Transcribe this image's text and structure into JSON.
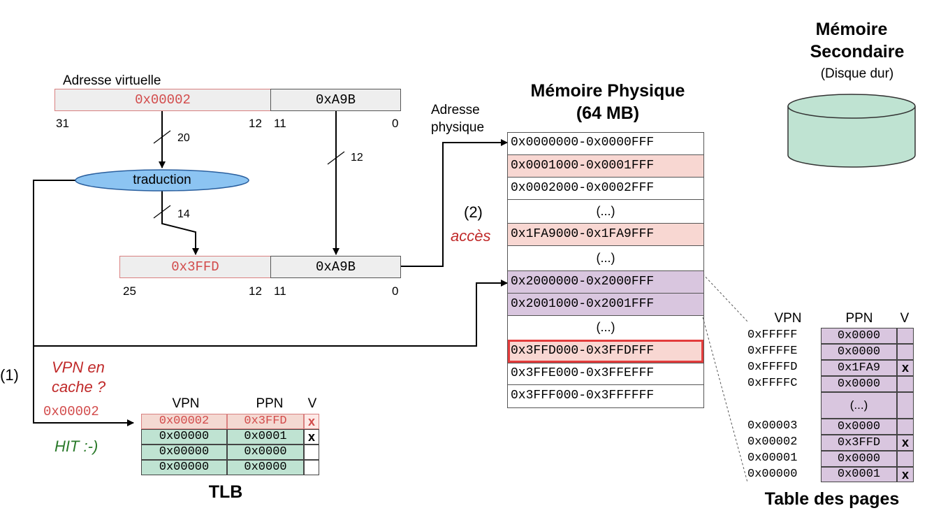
{
  "virtual_address": {
    "label": "Adresse virtuelle",
    "vpn": "0x00002",
    "offset": "0xA9B",
    "bits": {
      "high": "31",
      "mid_hi": "12",
      "mid_lo": "11",
      "low": "0"
    },
    "vpn_width": "20",
    "offset_width": "12"
  },
  "translation": {
    "label": "traduction",
    "ppn_width": "14"
  },
  "physical_address": {
    "ppn": "0x3FFD",
    "offset": "0xA9B",
    "bits": {
      "high": "25",
      "mid_hi": "12",
      "mid_lo": "11",
      "low": "0"
    },
    "label_line1": "Adresse",
    "label_line2": "physique"
  },
  "access": {
    "number": "(2)",
    "label": "accès"
  },
  "tlb_query": {
    "number": "(1)",
    "question_line1": "VPN en",
    "question_line2": "cache ?",
    "vpn": "0x00002",
    "result": "HIT :-)"
  },
  "tlb": {
    "title": "TLB",
    "headers": [
      "VPN",
      "PPN",
      "V"
    ],
    "rows": [
      {
        "vpn": "0x00002",
        "ppn": "0x3FFD",
        "v": "x",
        "hit": true
      },
      {
        "vpn": "0x00000",
        "ppn": "0x0001",
        "v": "x",
        "hit": false
      },
      {
        "vpn": "0x00000",
        "ppn": "0x0000",
        "v": "",
        "hit": false
      },
      {
        "vpn": "0x00000",
        "ppn": "0x0000",
        "v": "",
        "hit": false
      }
    ]
  },
  "physical_memory": {
    "title_line1": "Mémoire Physique",
    "title_line2": "(64 MB)",
    "rows": [
      {
        "text": "0x0000000-0x0000FFF",
        "style": "white"
      },
      {
        "text": "0x0001000-0x0001FFF",
        "style": "pink"
      },
      {
        "text": "0x0002000-0x0002FFF",
        "style": "white"
      },
      {
        "text": "(...)",
        "style": "ellipsis"
      },
      {
        "text": "0x1FA9000-0x1FA9FFF",
        "style": "pink"
      },
      {
        "text": "(...)",
        "style": "ellipsis"
      },
      {
        "text": "0x2000000-0x2000FFF",
        "style": "lav"
      },
      {
        "text": "0x2001000-0x2001FFF",
        "style": "lav"
      },
      {
        "text": "(...)",
        "style": "ellipsis"
      },
      {
        "text": "0x3FFD000-0x3FFDFFF",
        "style": "selected"
      },
      {
        "text": "0x3FFE000-0x3FFEFFF",
        "style": "white"
      },
      {
        "text": "0x3FFF000-0x3FFFFFF",
        "style": "white"
      }
    ]
  },
  "secondary_memory": {
    "title_line1": "Mémoire",
    "title_line2": "Secondaire",
    "subtitle": "(Disque dur)"
  },
  "page_table": {
    "title": "Table des pages",
    "headers": [
      "VPN",
      "PPN",
      "V"
    ],
    "rows": [
      {
        "vpn": "0xFFFFF",
        "ppn": "0x0000",
        "v": ""
      },
      {
        "vpn": "0xFFFFE",
        "ppn": "0x0000",
        "v": ""
      },
      {
        "vpn": "0xFFFFD",
        "ppn": "0x1FA9",
        "v": "x"
      },
      {
        "vpn": "0xFFFFC",
        "ppn": "0x0000",
        "v": ""
      },
      {
        "vpn": "",
        "ppn": "(...)",
        "v": ""
      },
      {
        "vpn": "0x00003",
        "ppn": "0x0000",
        "v": ""
      },
      {
        "vpn": "0x00002",
        "ppn": "0x3FFD",
        "v": "x"
      },
      {
        "vpn": "0x00001",
        "ppn": "0x0000",
        "v": ""
      },
      {
        "vpn": "0x00000",
        "ppn": "0x0001",
        "v": "x"
      }
    ]
  },
  "colors": {
    "highlight_red": "#d24b4b",
    "tlb_green": "#bfe3d2",
    "page_table_lavender": "#d9c6df",
    "mem_pink": "#f8d7d2",
    "ellipse_blue": "#8cc4f2",
    "disk_green": "#bfe3d2"
  }
}
